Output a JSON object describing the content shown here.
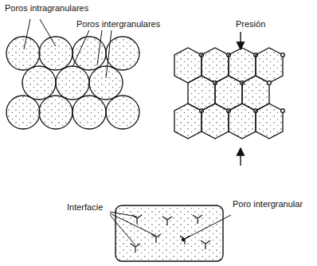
{
  "diagram": {
    "labels": [
      "Poros intragranulares",
      "Poros intergranulares",
      "Presión",
      "Interfacie",
      "Poro intergranular"
    ]
  }
}
